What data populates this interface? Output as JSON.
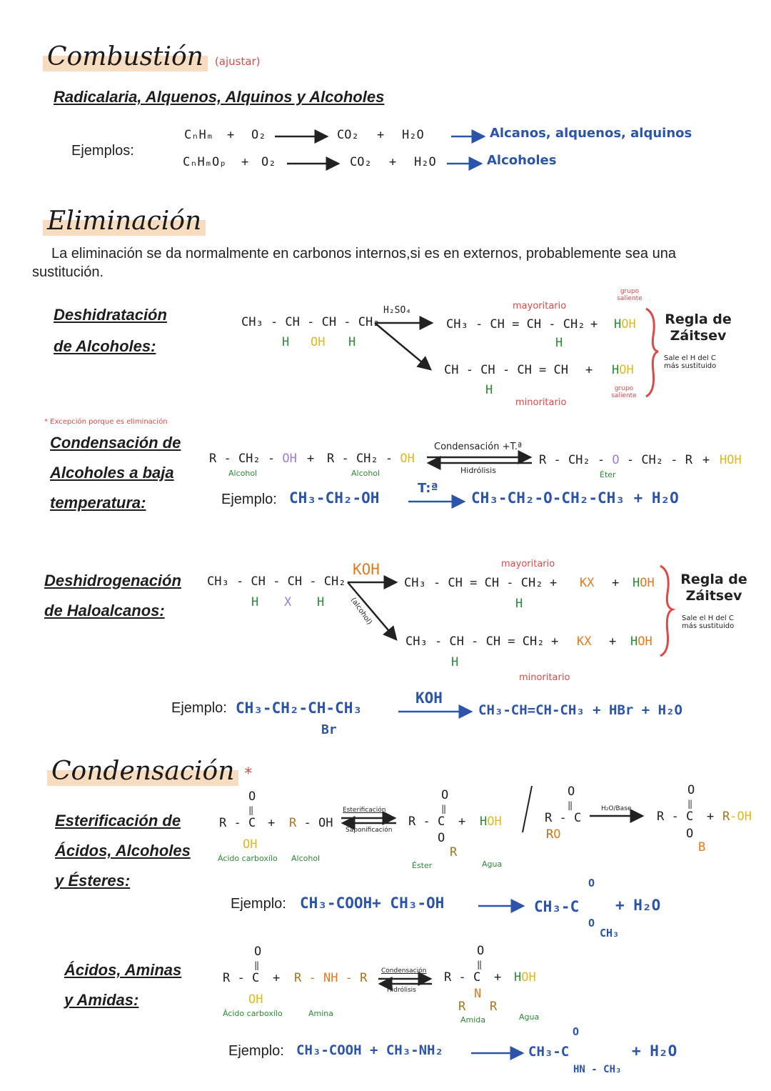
{
  "combustion": {
    "title": "Combustión",
    "note": "(ajustar)",
    "subtitle": "Radicalaria, Alquenos, Alquinos y Alcoholes",
    "examples_label": "Ejemplos:",
    "row1": {
      "r1": "CₙHₘ",
      "plus1": "+",
      "r2": "O₂",
      "p1": "CO₂",
      "plus2": "+",
      "p2": "H₂O",
      "result": "Alcanos, alquenos, alquinos"
    },
    "row2": {
      "r1": "CₙHₘOₚ",
      "plus1": "+",
      "r2": "O₂",
      "p1": "CO₂",
      "plus2": "+",
      "p2": "H₂O",
      "result": "Alcoholes"
    }
  },
  "eliminacion": {
    "title": "Eliminación",
    "intro": "La eliminación se da normalmente en carbonos internos,si es en externos, probablemente sea una",
    "intro2": "sustitución.",
    "deshidratacion": {
      "label1": "Deshidratación",
      "label2": "de Alcoholes:",
      "reactant": "CH₃ - CH - CH - CH₂",
      "h1": "H",
      "oh": "OH",
      "h2": "H",
      "catalyst": "H₂SO₄",
      "major_label": "mayoritario",
      "product1": "CH₃ - CH = CH - CH₂",
      "product1_h": "H",
      "minor_label": "minoritario",
      "product2": "CH - CH - CH = CH",
      "product2_h": "H",
      "plus": "+",
      "water_h": "H",
      "water_oh": "OH",
      "leaving_group": "grupo saliente",
      "rule": "Regla de Záitsev",
      "rule_note": "Sale el H del C más sustituido"
    },
    "condensacion_baja": {
      "exception_note": "* Excepción porque es eliminación",
      "label1": "Condensación de",
      "label2": "Alcoholes a baja",
      "label3": "temperatura:",
      "r1": "R - CH₂ - ",
      "r1_oh": "OH",
      "r1_name": "Alcohol",
      "plus": "+",
      "r2": "R - CH₂ - ",
      "r2_oh": "OH",
      "r2_name": "Alcohol",
      "forward": "Condensación +T.ª",
      "backward": "Hidrólisis",
      "p_a": "R - CH₂ - ",
      "p_o": "O",
      "p_b": " - CH₂ - R",
      "p_name": "Éter",
      "water": "HOH",
      "example_label": "Ejemplo:",
      "example_reactant": "CH₃-CH₂-OH",
      "example_condition": "T:ª",
      "example_product": "CH₃-CH₂-O-CH₂-CH₃ + H₂O"
    },
    "deshidrogenacion": {
      "label1": "Deshidrogenación",
      "label2": "de Haloalcanos:",
      "reactant": "CH₃ - CH - CH - CH₂",
      "h1": "H",
      "x": "X",
      "h2": "H",
      "reagent": "KOH",
      "solvent": "(alcohol)",
      "major_label": "mayoritario",
      "product1": "CH₃ - CH = CH - CH₂",
      "product1_h": "H",
      "product2": "CH₃ - CH - CH = CH₂",
      "product2_h": "H",
      "minor_label": "minoritario",
      "plus": "+",
      "kx": "KX",
      "water_h": "H",
      "water_oh": "OH",
      "rule": "Regla de Záitsev",
      "rule_note": "Sale el H del C más sustituido",
      "example_label": "Ejemplo:",
      "example_reactant": "CH₃-CH₂-CH-CH₃",
      "example_br": "Br",
      "example_reagent": "KOH",
      "example_product": "CH₃-CH=CH-CH₃ + HBr + H₂O"
    }
  },
  "condensacion": {
    "title": "Condensación",
    "star": "*",
    "esterificacion": {
      "label1": "Esterificación de",
      "label2": "Ácidos, Alcoholes",
      "label3": "y Ésteres:",
      "o": "O",
      "dbl": "‖",
      "acid": "R - C",
      "acid_oh": "OH",
      "acid_name": "Ácido carboxílo",
      "plus": "+",
      "alc_r": "R",
      "alc_rest": " - OH",
      "alc_name": "Alcohol",
      "forward": "Esterificación",
      "backward": "Saponificación",
      "ester": "R - C",
      "ester_o": "O",
      "ester_r": "R",
      "ester_name": "Éster",
      "water_h": "H",
      "water_oh": "OH",
      "water_name": "Agua",
      "hyd_ester": "R - C",
      "hyd_ro_r": "R",
      "hyd_ro_o": "O",
      "hyd_cond": "H₂O/Base",
      "salt": "R - C",
      "salt_o": "O",
      "salt_b": "B",
      "alc2_r": "R",
      "alc2_oh": "-OH",
      "example_label": "Ejemplo:",
      "example_reactants": "CH₃-COOH+ CH₃-OH",
      "example_product": "CH₃-C",
      "example_o": "O",
      "example_och3": "O",
      "example_ch3": "CH₃",
      "example_water": "+ H₂O"
    },
    "amidas": {
      "label1": "Ácidos, Aminas",
      "label2": "y Amidas:",
      "acid": "R - C",
      "acid_oh": "OH",
      "acid_name": "Ácido carboxílo",
      "plus": "+",
      "amine_r1": "R",
      "amine_nh": " - NH - ",
      "amine_r2": "R",
      "amine_name": "Amina",
      "forward": "Condensación",
      "backward": "Hidrólisis",
      "amide": "R - C",
      "amide_n": "N",
      "amide_r1": "R",
      "amide_r2": "R",
      "amide_name": "Amida",
      "water_h": "H",
      "water_oh": "OH",
      "water_name": "Agua",
      "example_label": "Ejemplo:",
      "example_reactants": "CH₃-COOH + CH₃-NH₂",
      "example_product": "CH₃-C",
      "example_o": "O",
      "example_nh": "HN - CH₃",
      "example_water": "+ H₂O"
    }
  },
  "colors": {
    "blue": "#2c54a8",
    "red": "#e04848",
    "green": "#2a8a35",
    "yellow": "#e0b820",
    "orange": "#e27a20",
    "highlight": "#f8dcbf"
  }
}
